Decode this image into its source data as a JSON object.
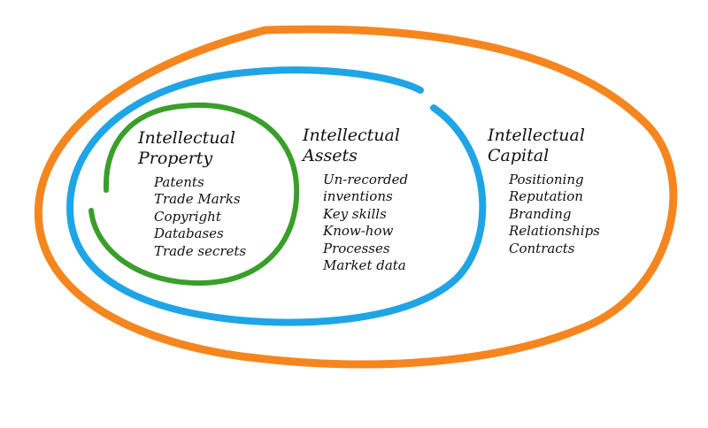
{
  "colors": {
    "outer_ring": "#f5861f",
    "middle_ring": "#1fa5e6",
    "inner_ring": "#3a9e2a",
    "text": "#111111",
    "background": "#ffffff"
  },
  "groups": [
    {
      "heading_line1": "Intellectual",
      "heading_line2": "Property",
      "items": [
        "Patents",
        "Trade Marks",
        "Copyright",
        "Databases",
        "Trade secrets"
      ]
    },
    {
      "heading_line1": "Intellectual",
      "heading_line2": "Assets",
      "items": [
        "Un-recorded",
        "inventions",
        "Key skills",
        "Know-how",
        "Processes",
        "Market data"
      ]
    },
    {
      "heading_line1": "Intellectual",
      "heading_line2": "Capital",
      "items": [
        "Positioning",
        "Reputation",
        "Branding",
        "Relationships",
        "Contracts"
      ]
    }
  ]
}
